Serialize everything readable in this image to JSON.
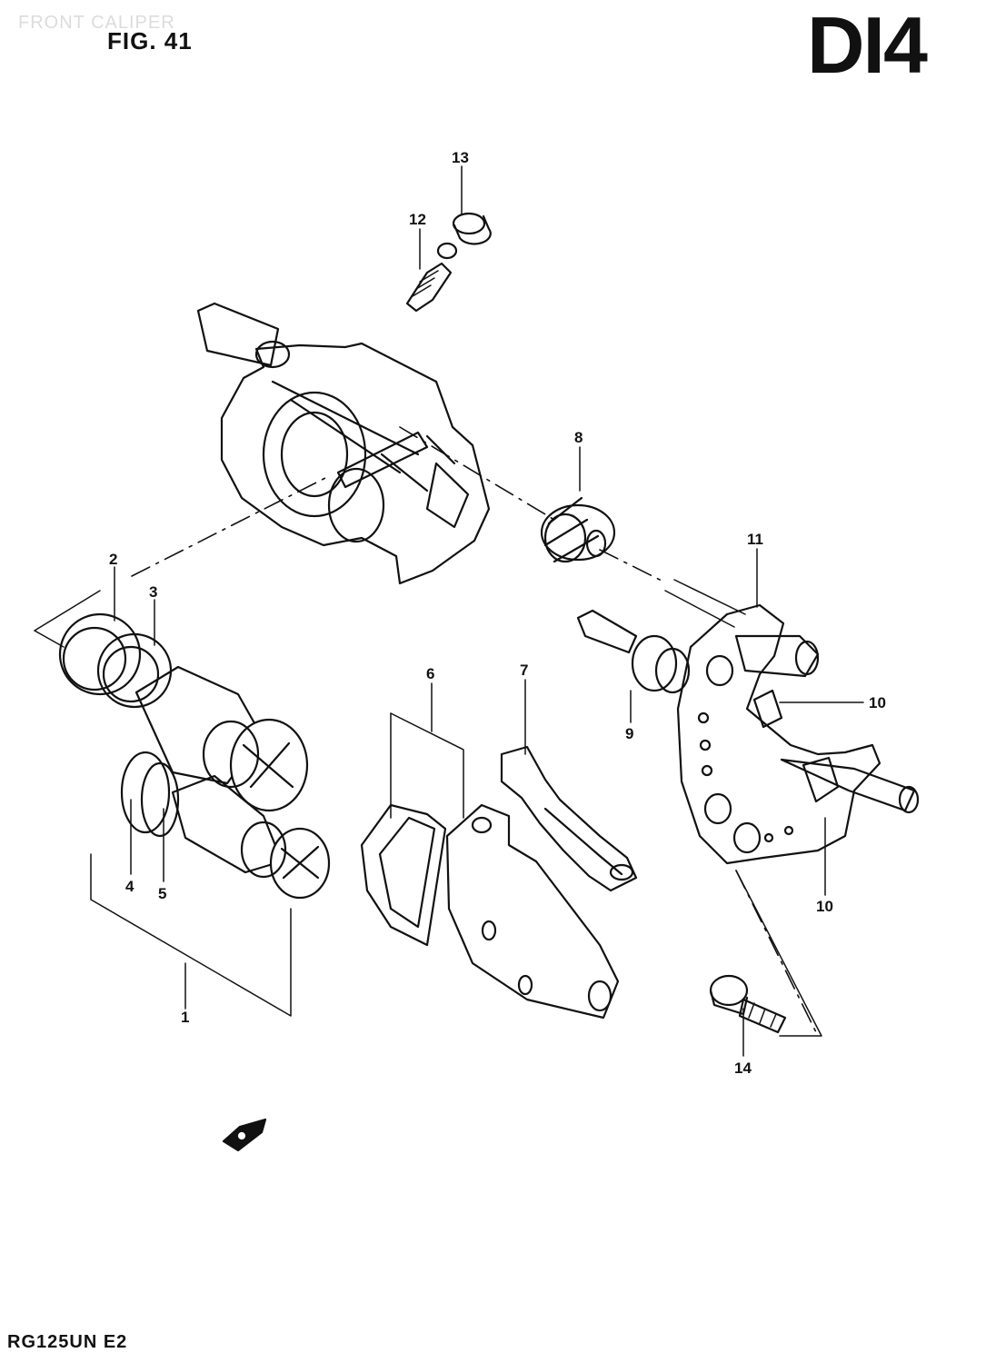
{
  "header": {
    "watermark": "FRONT CALIPER",
    "figure_label": "FIG. 41",
    "page_code": "DI4"
  },
  "footer": {
    "model_code": "RG125UN E2"
  },
  "callouts": {
    "c1": "1",
    "c2": "2",
    "c3": "3",
    "c4": "4",
    "c5": "5",
    "c6": "6",
    "c7": "7",
    "c8": "8",
    "c9": "9",
    "c10a": "10",
    "c10b": "10",
    "c11": "11",
    "c12": "12",
    "c13": "13",
    "c14": "14"
  },
  "icons": {
    "front_arrow": "front-arrow-icon"
  }
}
